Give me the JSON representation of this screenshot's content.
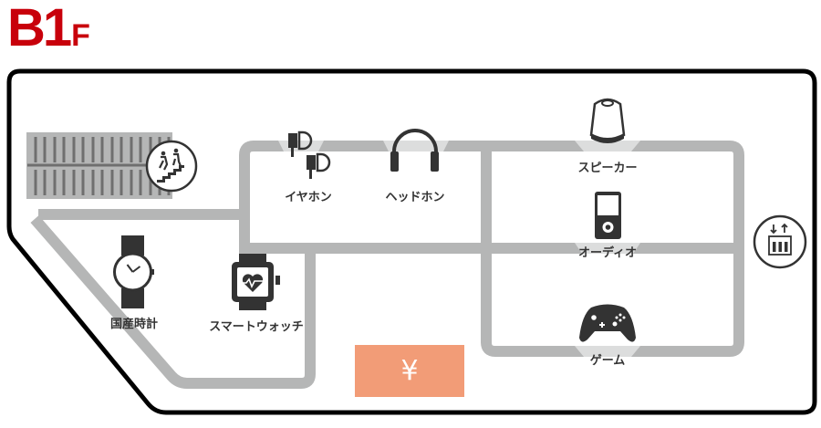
{
  "floor": {
    "level": "B1",
    "suffix": "F",
    "color": "#c8000b"
  },
  "corridor_color": "#b5b6b6",
  "icon_color": "#333333",
  "sections": [
    {
      "label": "イヤホン",
      "icon": "earphones-icon"
    },
    {
      "label": "ヘッドホン",
      "icon": "headphones-icon"
    },
    {
      "label": "スピーカー",
      "icon": "speaker-icon"
    },
    {
      "label": "オーディオ",
      "icon": "audio-player-icon"
    },
    {
      "label": "ゲーム",
      "icon": "game-controller-icon"
    },
    {
      "label": "国産時計",
      "icon": "wristwatch-icon"
    },
    {
      "label": "スマートウォッチ",
      "icon": "smartwatch-icon"
    }
  ],
  "facilities": {
    "escalator": "escalator-icon",
    "elevator": "elevator-icon",
    "cashier": {
      "symbol": "¥",
      "color": "#f29c77"
    }
  }
}
